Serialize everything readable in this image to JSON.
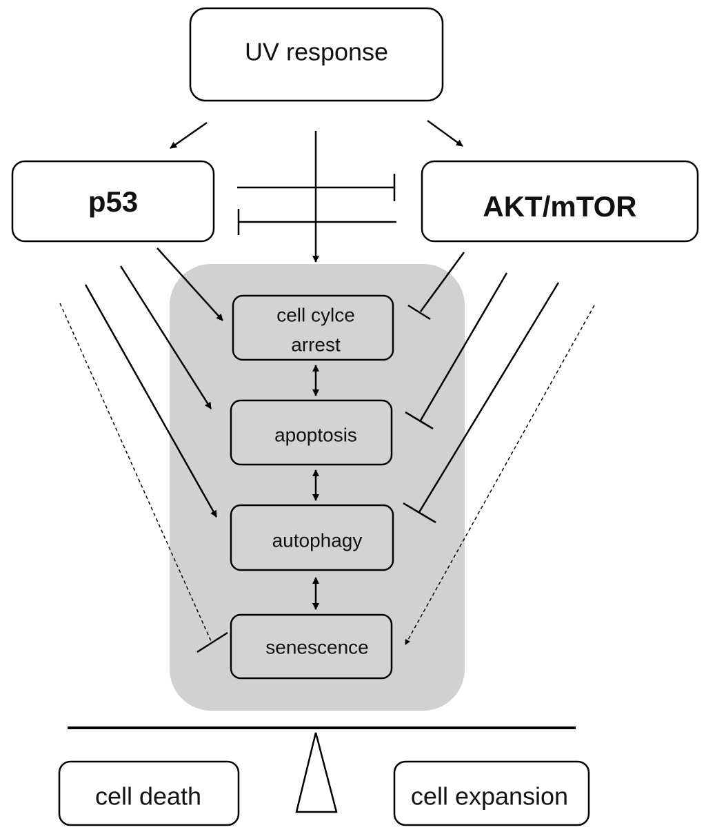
{
  "nodes": {
    "uv": "UV response",
    "p53": "p53",
    "akt": "AKT/mTOR",
    "cell_cycle_line1": "cell cylce",
    "cell_cycle_line2": "arrest",
    "apoptosis": "apoptosis",
    "autophagy": "autophagy",
    "senescence": "senescence",
    "cell_death": "cell death",
    "cell_expansion": "cell expansion"
  },
  "colors": {
    "panel": "#d2d1d1",
    "inner_box": "#d4d3d3",
    "stroke": "#000000",
    "background": "#ffffff"
  },
  "edges": [
    {
      "from": "uv",
      "to": "p53",
      "type": "activation"
    },
    {
      "from": "uv",
      "to": "akt",
      "type": "activation"
    },
    {
      "from": "uv",
      "to": "process_panel",
      "type": "activation"
    },
    {
      "from": "p53",
      "to": "akt",
      "type": "inhibition"
    },
    {
      "from": "akt",
      "to": "p53",
      "type": "inhibition"
    },
    {
      "from": "p53",
      "to": "cell_cycle",
      "type": "activation"
    },
    {
      "from": "p53",
      "to": "apoptosis",
      "type": "activation"
    },
    {
      "from": "p53",
      "to": "autophagy",
      "type": "activation"
    },
    {
      "from": "p53",
      "to": "senescence",
      "type": "inhibition",
      "style": "dashed"
    },
    {
      "from": "akt",
      "to": "cell_cycle",
      "type": "inhibition"
    },
    {
      "from": "akt",
      "to": "apoptosis",
      "type": "inhibition"
    },
    {
      "from": "akt",
      "to": "autophagy",
      "type": "inhibition"
    },
    {
      "from": "akt",
      "to": "senescence",
      "type": "activation",
      "style": "dashed"
    },
    {
      "from": "cell_cycle",
      "to": "apoptosis",
      "type": "bidirectional"
    },
    {
      "from": "apoptosis",
      "to": "autophagy",
      "type": "bidirectional"
    },
    {
      "from": "autophagy",
      "to": "senescence",
      "type": "bidirectional"
    }
  ]
}
